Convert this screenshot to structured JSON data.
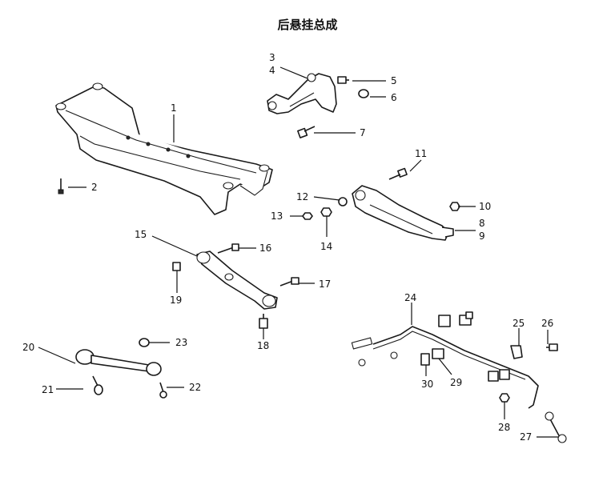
{
  "diagram": {
    "title": "后悬挂总成",
    "callouts": [
      "1",
      "2",
      "3",
      "4",
      "5",
      "6",
      "7",
      "8",
      "9",
      "10",
      "11",
      "12",
      "13",
      "14",
      "15",
      "16",
      "17",
      "18",
      "19",
      "20",
      "21",
      "22",
      "23",
      "24",
      "25",
      "26",
      "27",
      "28",
      "29",
      "30"
    ]
  }
}
